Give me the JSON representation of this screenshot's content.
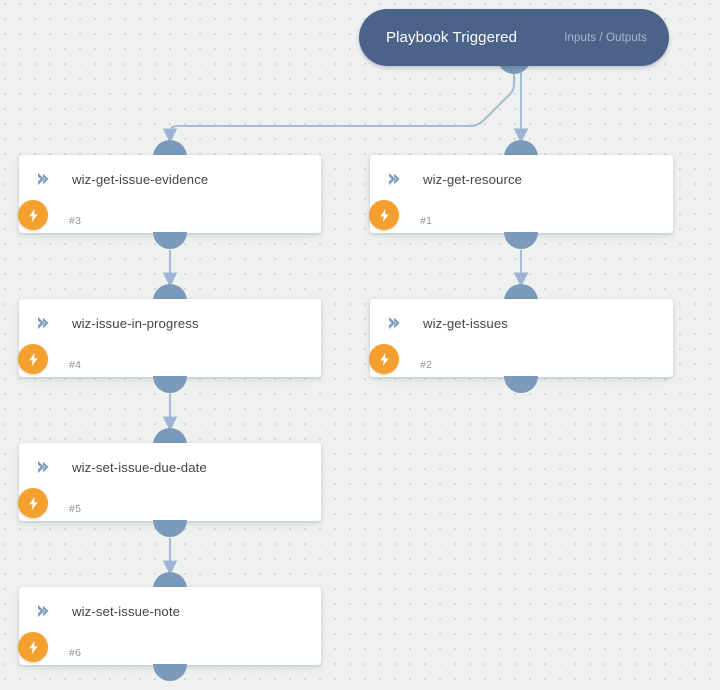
{
  "canvas": {
    "background_color": "#eff1f1",
    "grid_dot_color": "#d3d7d7",
    "accent_node_color": "#4b6389",
    "accent_port_color": "#7c9bbc",
    "accent_badge_color": "#f5a02e",
    "edge_color": "#a6bdd6"
  },
  "trigger": {
    "title": "Playbook Triggered",
    "io_label": "Inputs / Outputs",
    "icon": "trigger-pill"
  },
  "nodes": [
    {
      "title": "wiz-get-issue-evidence",
      "index": "#3",
      "icon": "chevron-double-right-icon",
      "badge_icon": "lightning-bolt-icon",
      "column": "left"
    },
    {
      "title": "wiz-issue-in-progress",
      "index": "#4",
      "icon": "chevron-double-right-icon",
      "badge_icon": "lightning-bolt-icon",
      "column": "left"
    },
    {
      "title": "wiz-set-issue-due-date",
      "index": "#5",
      "icon": "chevron-double-right-icon",
      "badge_icon": "lightning-bolt-icon",
      "column": "left"
    },
    {
      "title": "wiz-set-issue-note",
      "index": "#6",
      "icon": "chevron-double-right-icon",
      "badge_icon": "lightning-bolt-icon",
      "column": "left"
    },
    {
      "title": "wiz-get-resource",
      "index": "#1",
      "icon": "chevron-double-right-icon",
      "badge_icon": "lightning-bolt-icon",
      "column": "right"
    },
    {
      "title": "wiz-get-issues",
      "index": "#2",
      "icon": "chevron-double-right-icon",
      "badge_icon": "lightning-bolt-icon",
      "column": "right"
    }
  ]
}
